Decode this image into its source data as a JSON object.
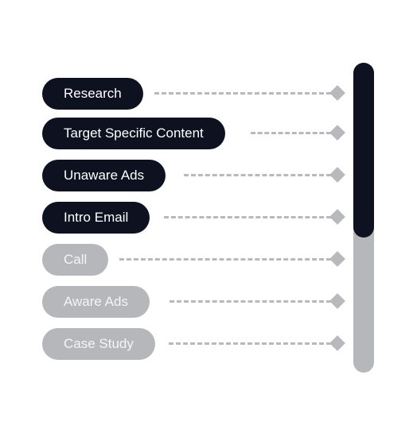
{
  "steps": [
    {
      "label": "Research",
      "completed": true
    },
    {
      "label": "Target Specific Content",
      "completed": true
    },
    {
      "label": "Unaware Ads",
      "completed": true
    },
    {
      "label": "Intro Email",
      "completed": true
    },
    {
      "label": "Call",
      "completed": false
    },
    {
      "label": "Aware Ads",
      "completed": false
    },
    {
      "label": "Case Study",
      "completed": false
    }
  ],
  "progress": {
    "completed_count": 4,
    "total_count": 7
  },
  "colors": {
    "active": "#0d1120",
    "inactive": "#b6b7ba",
    "connector": "#b8b9bc"
  }
}
